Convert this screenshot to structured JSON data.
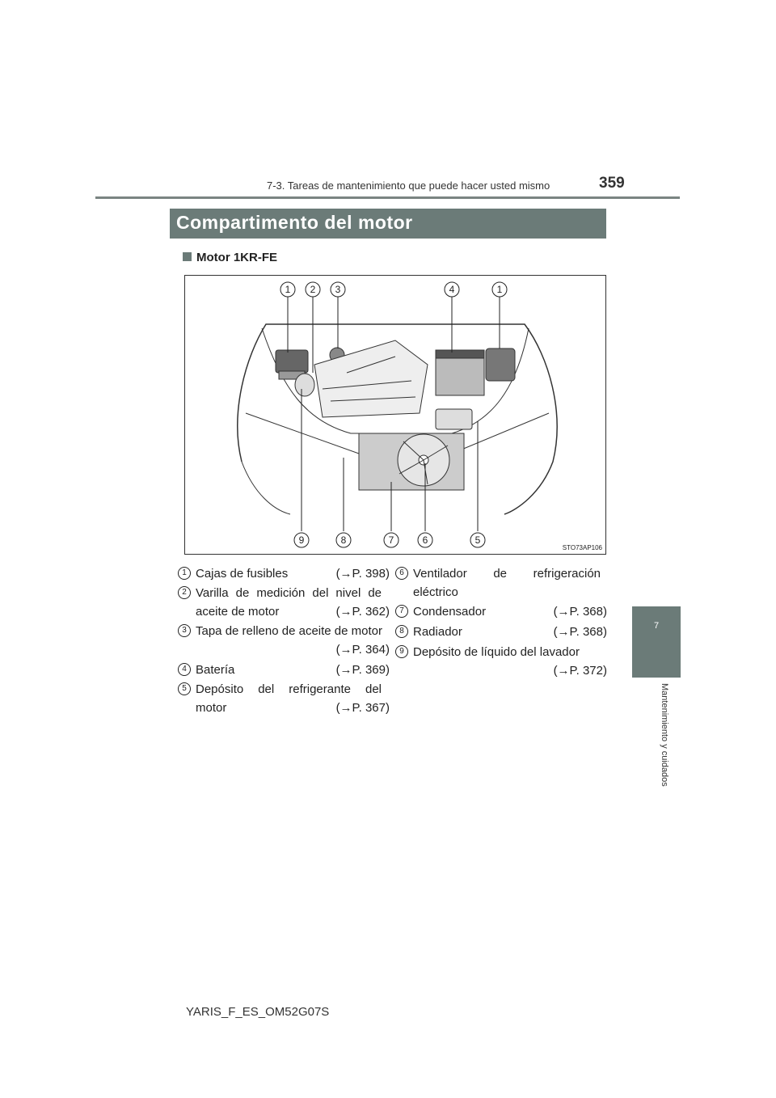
{
  "header": {
    "section": "7-3. Tareas de mantenimiento que puede hacer usted mismo",
    "page_number": "359"
  },
  "title": "Compartimento del motor",
  "subheading": "Motor 1KR-FE",
  "diagram": {
    "figure_code": "STO73AP106",
    "callouts_top": [
      "1",
      "2",
      "3",
      "4",
      "1"
    ],
    "callouts_bottom": [
      "9",
      "8",
      "7",
      "6",
      "5"
    ]
  },
  "items": [
    {
      "num": "1",
      "text": "Cajas de fusibles",
      "ref": "(→P. 398)"
    },
    {
      "num": "2",
      "text": "Varilla de medición del nivel de aceite de motor",
      "ref": "(→P. 362)"
    },
    {
      "num": "3",
      "text": "Tapa de relleno de aceite de motor",
      "ref": "(→P. 364)"
    },
    {
      "num": "4",
      "text": "Batería",
      "ref": "(→P. 369)"
    },
    {
      "num": "5",
      "text": "Depósito del refrigerante del motor",
      "ref": "(→P. 367)"
    },
    {
      "num": "6",
      "text": "Ventilador de refrigeración eléctrico",
      "ref": ""
    },
    {
      "num": "7",
      "text": "Condensador",
      "ref": "(→P. 368)"
    },
    {
      "num": "8",
      "text": "Radiador",
      "ref": "(→P. 368)"
    },
    {
      "num": "9",
      "text": "Depósito de líquido del lavador",
      "ref": "(→P. 372)"
    }
  ],
  "side_tab": {
    "number": "7",
    "label": "Mantenimiento y cuidados"
  },
  "footer": "YARIS_F_ES_OM52G07S"
}
